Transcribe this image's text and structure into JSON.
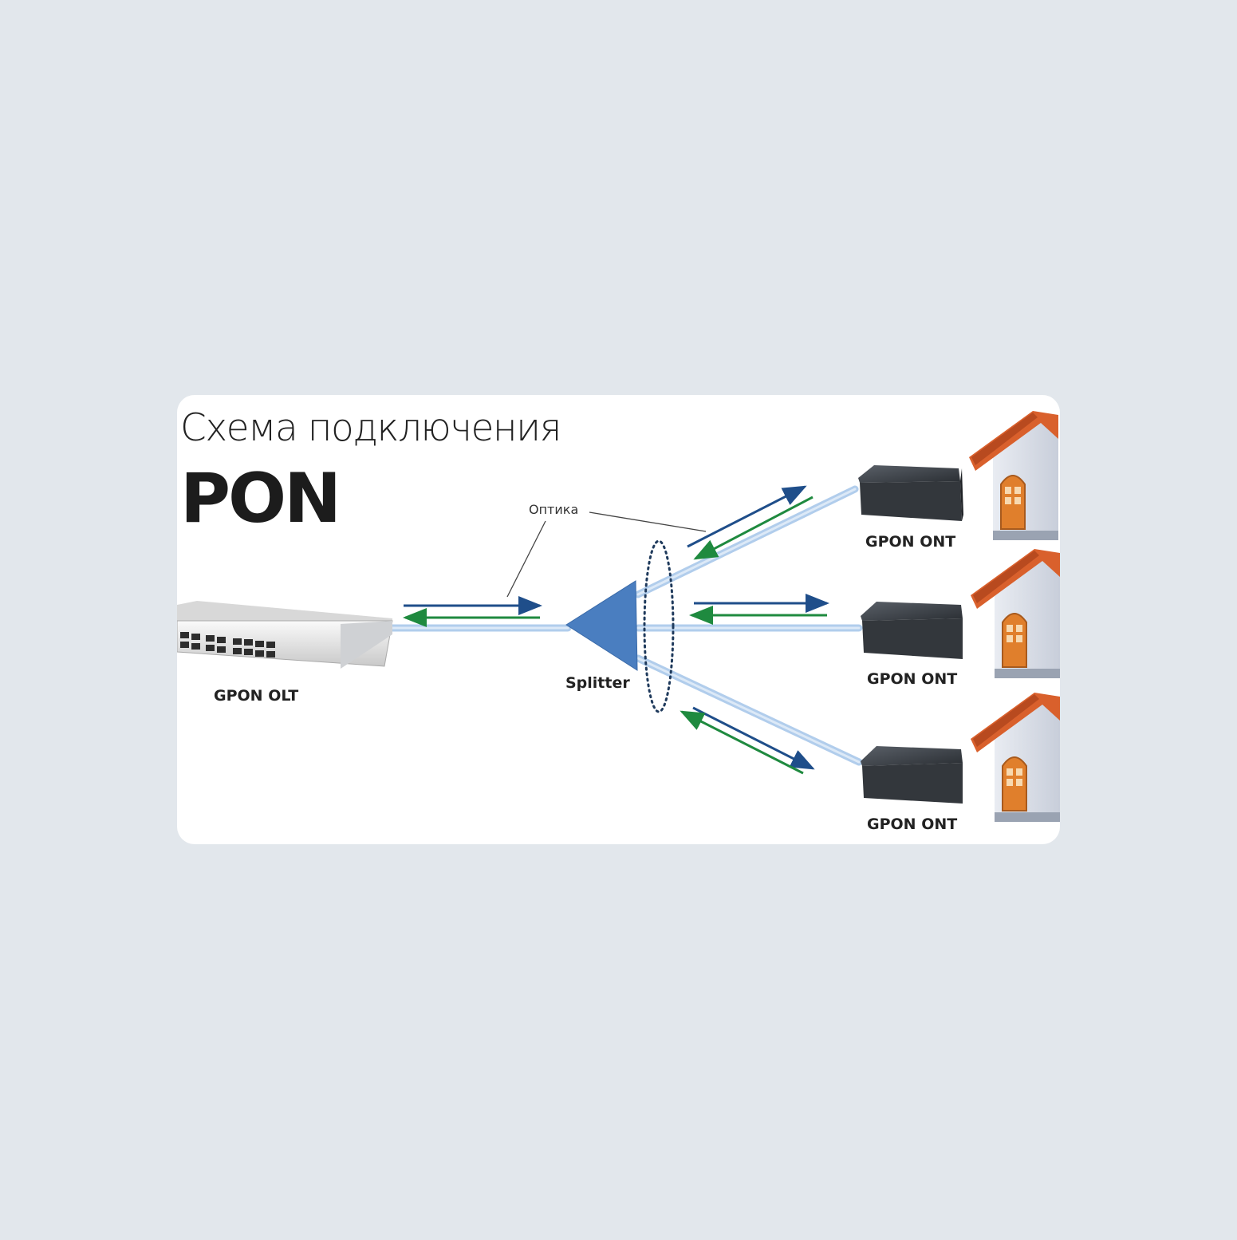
{
  "title": {
    "line1": "Схема подключения",
    "line2": "PON"
  },
  "labels": {
    "optics": "Оптика",
    "olt": "GPON OLT",
    "splitter": "Splitter",
    "ont_1": "GPON ONT",
    "ont_2": "GPON ONT",
    "ont_3": "GPON ONT"
  },
  "colors": {
    "background": "#e2e7ec",
    "card": "#ffffff",
    "fiber": "#9ec0e6",
    "splitter": "#4a7ec0",
    "downstream_arrow": "#1f4e8a",
    "upstream_arrow": "#1f8a3f",
    "roof": "#d9602c",
    "door": "#e07f2c"
  },
  "icons": [
    "olt-switch-icon",
    "splitter-triangle-icon",
    "ont-box-icon",
    "house-icon"
  ]
}
